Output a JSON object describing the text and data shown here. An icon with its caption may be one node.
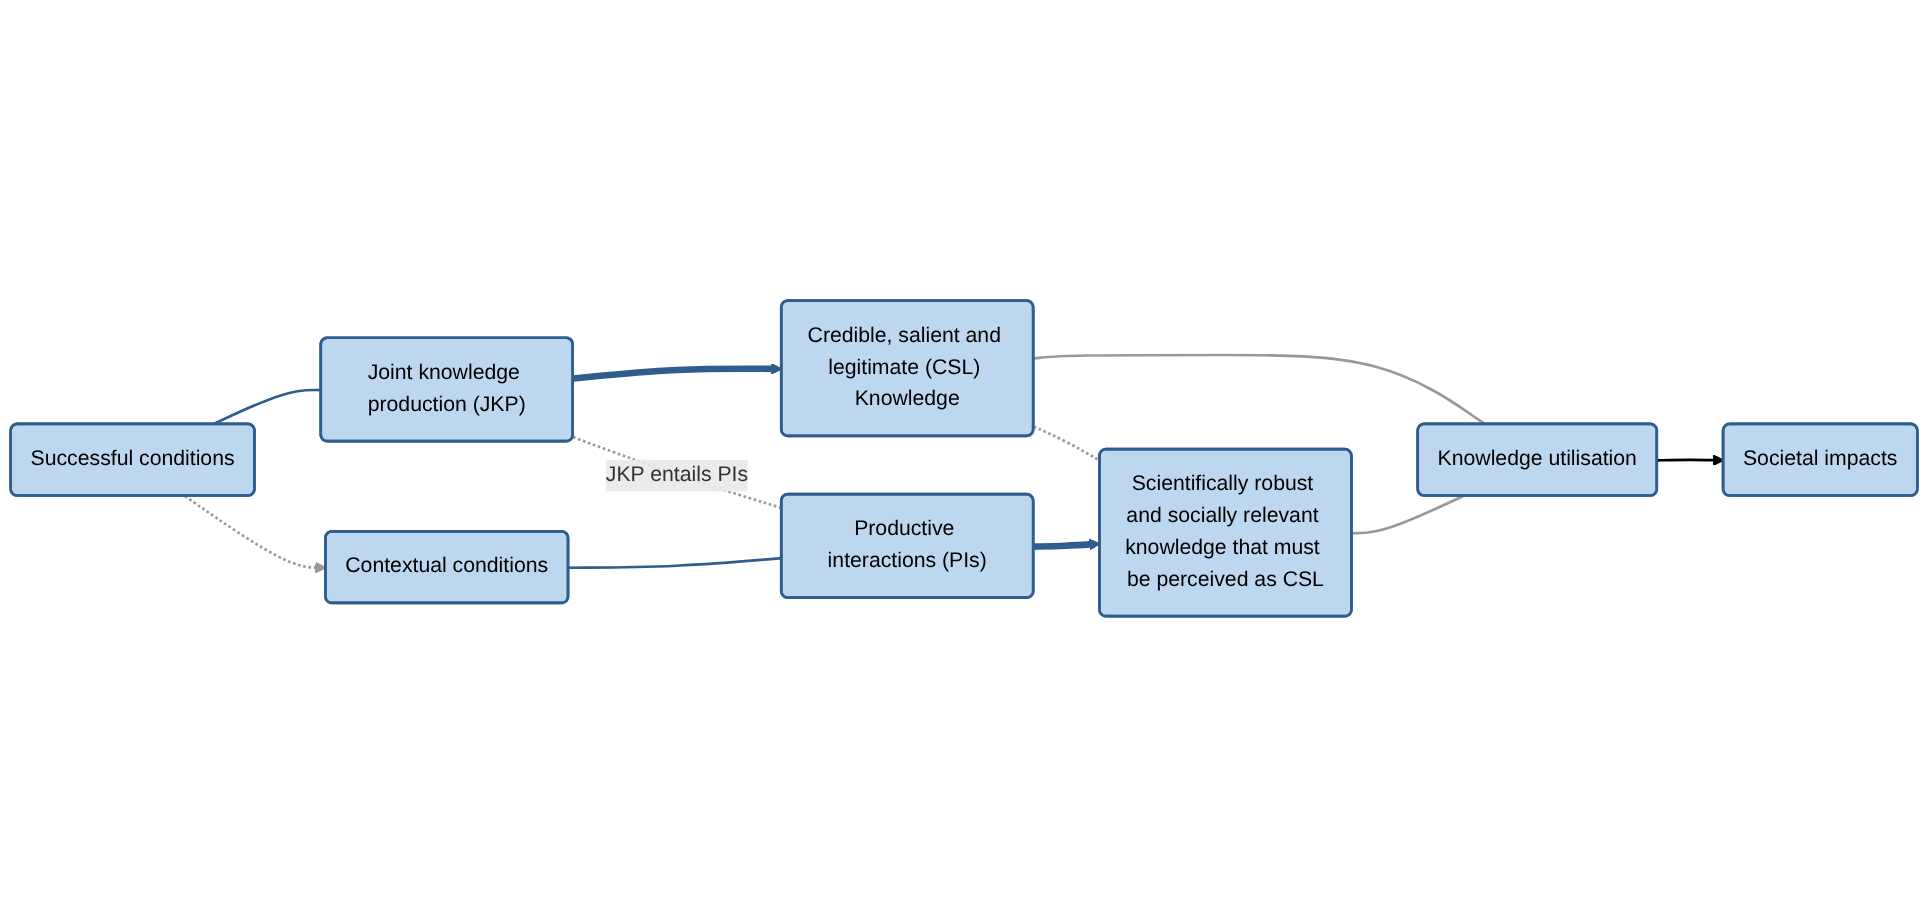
{
  "diagram": {
    "nodes": [
      {
        "text": [
          "Successful conditions"
        ]
      },
      {
        "text": [
          "Joint knowledge production (JKP)"
        ]
      },
      {
        "text": [
          "Credible, salient and legitimate (CSL) Knowledge"
        ]
      },
      {
        "text": [
          "Knowledge utilisation"
        ]
      },
      {
        "text": [
          "Societal impacts"
        ]
      },
      {
        "text": [
          "Contextual conditions"
        ]
      },
      {
        "text": [
          "Productive interactions (PIs)"
        ]
      },
      {
        "text": [
          "Scientifically robust and socially relevant knowledge that must be perceived as CSL"
        ]
      }
    ],
    "edges": [
      {
        "from": 0,
        "to": 1,
        "arrow": "none",
        "color": "#2e5d8e"
      },
      {
        "from": 1,
        "to": 2,
        "arrow": "to",
        "style": "thick",
        "color": "#2e5d8e"
      },
      {
        "from": 0,
        "to": 5,
        "arrow": "to",
        "style": "dashed"
      },
      {
        "from": 1,
        "to": 6,
        "arrow": "none",
        "style": "dashed",
        "label": "JKP entails PIs"
      },
      {
        "from": 2,
        "to": 7,
        "arrow": "none",
        "style": "dashed"
      },
      {
        "from": 2,
        "to": 3,
        "arrow": "none"
      },
      {
        "from": 7,
        "to": 3,
        "arrow": "none"
      },
      {
        "from": 3,
        "to": 4,
        "arrow": "to",
        "color": "#000000"
      },
      {
        "from": 5,
        "to": 6,
        "arrow": "none",
        "color": "#2e5d8e"
      },
      {
        "from": 6,
        "to": 7,
        "arrow": "to",
        "style": "thick",
        "color": "#2e5d8e"
      }
    ]
  }
}
